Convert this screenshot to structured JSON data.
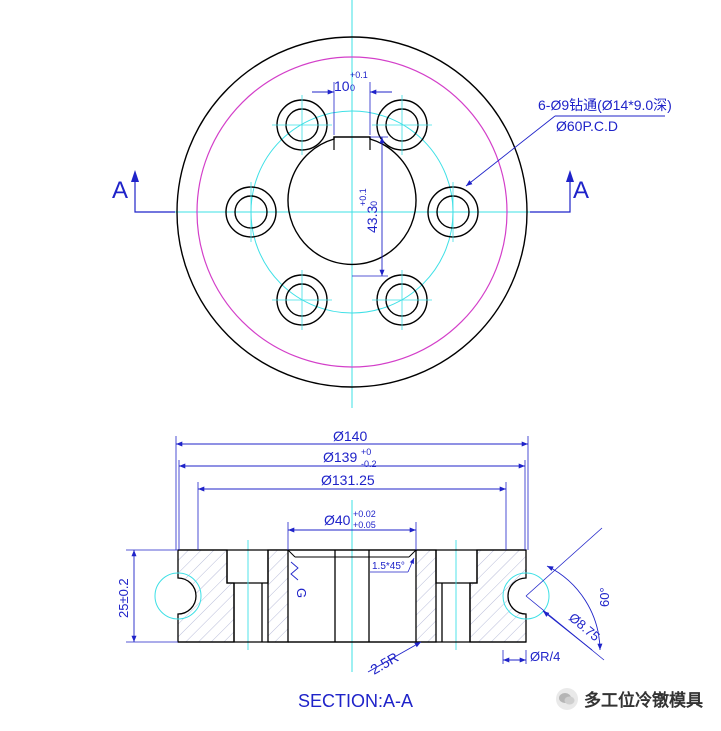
{
  "top_view": {
    "section_mark_left": "A",
    "section_mark_right": "A",
    "keyway_width": "10",
    "keyway_width_tol_upper": "+0.1",
    "keyway_width_tol_lower": "0",
    "keyway_depth": "43.3",
    "keyway_depth_tol_upper": "+0.1",
    "keyway_depth_tol_lower": "0",
    "hole_note_line1": "6-Ø9钻通(Ø14*9.0深)",
    "hole_note_line2": "Ø60P.C.D"
  },
  "section_view": {
    "dia_outer": "Ø140",
    "dia_139": "Ø139",
    "dia_139_tol_upper": "+0",
    "dia_139_tol_lower": "-0.2",
    "dia_131": "Ø131.25",
    "dia_bore": "Ø40",
    "dia_bore_tol_upper": "+0.02",
    "dia_bore_tol_lower": "+0.05",
    "height": "25±0.2",
    "chamfer": "1.5*45°",
    "surface_mark": "G",
    "fillet": "2.5R",
    "notch_dia": "Ø8.75",
    "notch_angle": "60°",
    "notch_r": "ØR/4",
    "caption": "SECTION:A-A"
  },
  "footer": {
    "brand": "多工位冷镦模具"
  },
  "colors": {
    "dimension": "#1f23c9",
    "centerline": "#3ee0e6",
    "pcd_circle": "#d33fc9",
    "outline": "#000000"
  }
}
